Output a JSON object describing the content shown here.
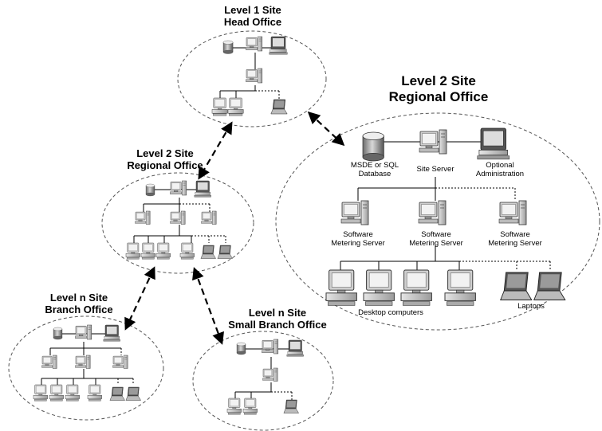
{
  "sites": {
    "head": {
      "title_line1": "Level 1 Site",
      "title_line2": "Head Office"
    },
    "regional_small": {
      "title_line1": "Level 2 Site",
      "title_line2": "Regional Office"
    },
    "branch": {
      "title_line1": "Level n Site",
      "title_line2": "Branch Office"
    },
    "small_branch": {
      "title_line1": "Level n Site",
      "title_line2": "Small Branch Office"
    },
    "regional_detail": {
      "title_line1": "Level 2 Site",
      "title_line2": "Regional Office",
      "labels": {
        "database_line1": "MSDE or SQL",
        "database_line2": "Database",
        "site_server": "Site Server",
        "admin_line1": "Optional",
        "admin_line2": "Administration",
        "metering_line1": "Software",
        "metering_line2": "Metering Server",
        "desktops": "Desktop computers",
        "laptops": "Laptops"
      }
    }
  },
  "colors": {
    "ellipse_stroke": "#555555",
    "line": "#000000",
    "device_gray": "#bdbdbd",
    "screen": "#e8e8e8"
  }
}
